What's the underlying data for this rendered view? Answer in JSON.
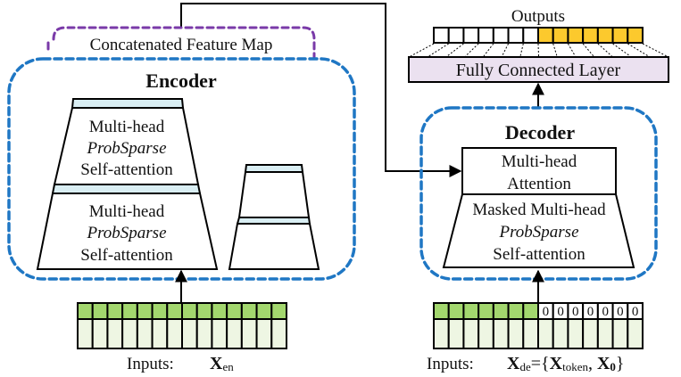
{
  "colors": {
    "encoder_border": "#1f77c4",
    "feature_map_border": "#7a3aa8",
    "layer_band": "#d9eef3",
    "input_top_row": "#a3d76e",
    "input_body": "#eef6e3",
    "output_filled": "#fcc92d",
    "output_empty": "#ffffff",
    "fc_layer_fill": "#ebe1f0"
  },
  "feature_map": {
    "label": "Concatenated Feature Map"
  },
  "encoder": {
    "title": "Encoder",
    "blocks": [
      {
        "lines": [
          "Multi-head",
          "ProbSparse",
          "Self-attention"
        ],
        "italic_line": 1
      },
      {
        "lines": [
          "Multi-head",
          "ProbSparse",
          "Self-attention"
        ],
        "italic_line": 1
      }
    ],
    "input": {
      "label": "Inputs:",
      "symbol": "X",
      "subscript": "en",
      "columns": 14
    }
  },
  "decoder": {
    "title": "Decoder",
    "attention_block": {
      "lines": [
        "Multi-head",
        "Attention"
      ]
    },
    "masked_block": {
      "lines": [
        "Masked Multi-head",
        "ProbSparse",
        "Self-attention"
      ],
      "italic_line": 1
    },
    "input": {
      "label": "Inputs:",
      "symbol": "X",
      "subscript": "de",
      "equals": "=",
      "token_symbol": "X",
      "token_subscript": "token",
      "zero_symbol": "X",
      "zero_subscript": "0",
      "columns": 14,
      "token_columns": 7,
      "zero_value": "0"
    }
  },
  "fc_layer": {
    "label": "Fully Connected Layer"
  },
  "outputs": {
    "label": "Outputs",
    "cells": 14,
    "filled_from": 7
  }
}
